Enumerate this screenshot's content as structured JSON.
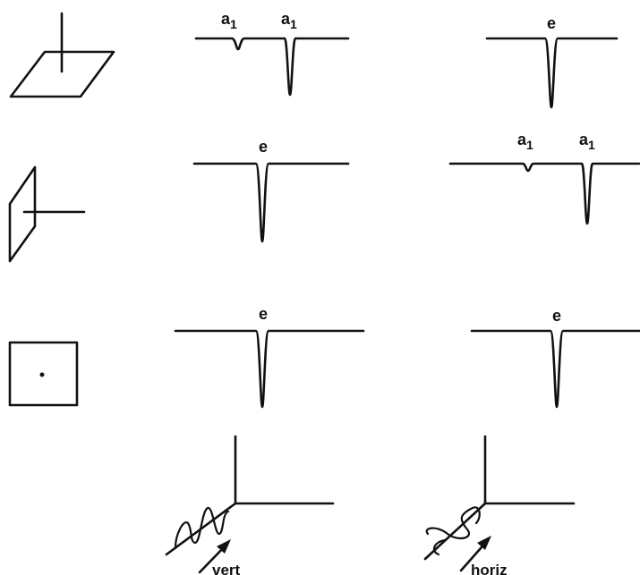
{
  "rows": [
    {
      "orientation": "horizontal-plane",
      "left_trace": {
        "peaks": [
          "a",
          "a"
        ],
        "subscripts": [
          "1",
          "1"
        ]
      },
      "right_trace": {
        "peaks": [
          "e"
        ]
      }
    },
    {
      "orientation": "vertical-plane-side",
      "left_trace": {
        "peaks": [
          "e"
        ]
      },
      "right_trace": {
        "peaks": [
          "a",
          "a"
        ],
        "subscripts": [
          "1",
          "1"
        ]
      }
    },
    {
      "orientation": "face-on",
      "left_trace": {
        "peaks": [
          "e"
        ]
      },
      "right_trace": {
        "peaks": [
          "e"
        ]
      }
    }
  ],
  "polarization": {
    "left": {
      "label": "vert"
    },
    "right": {
      "label": "horiz"
    }
  }
}
